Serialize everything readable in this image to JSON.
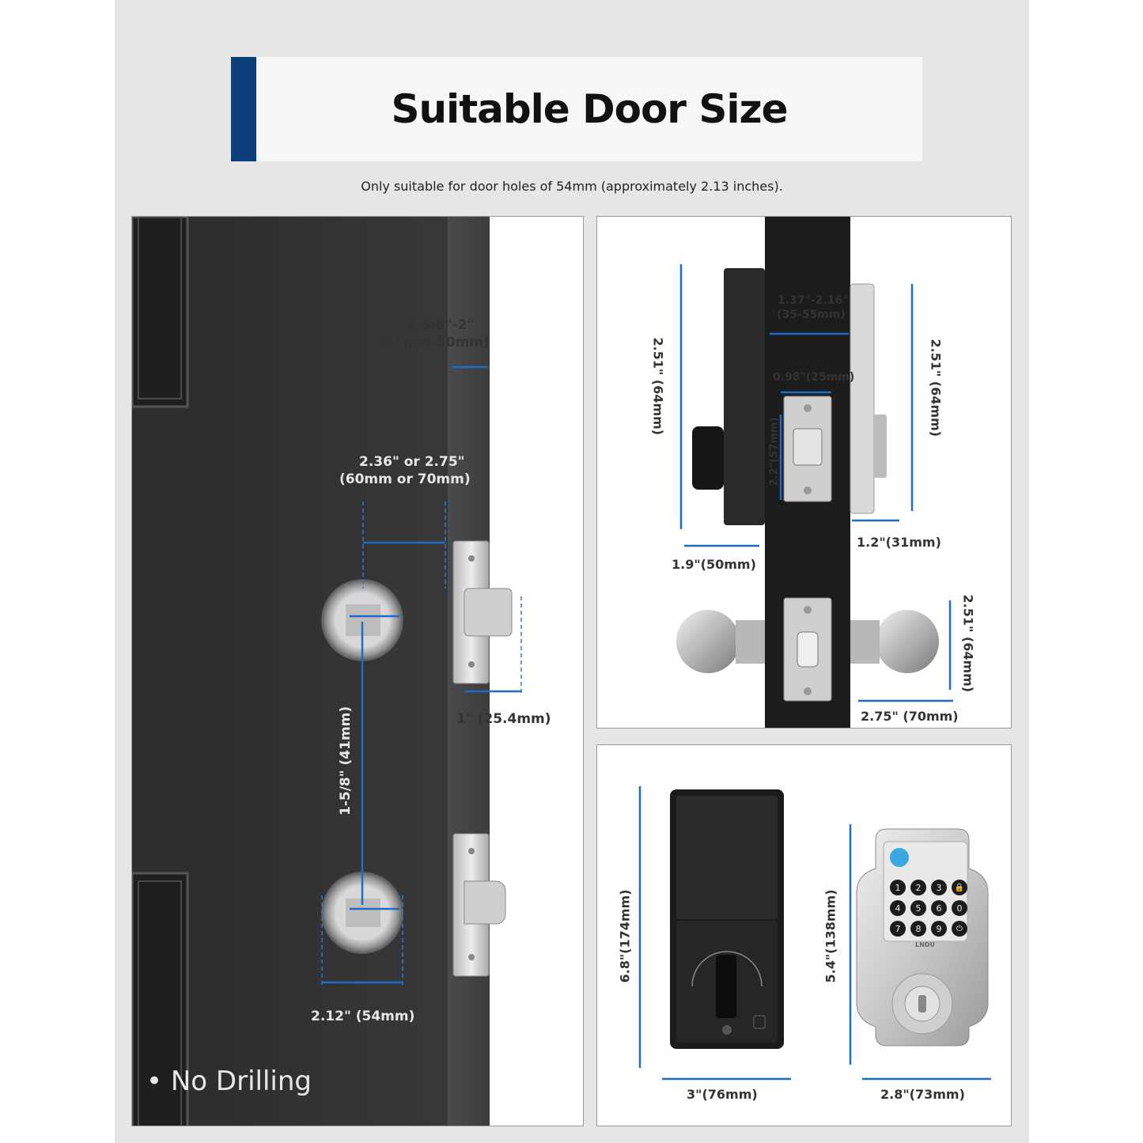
{
  "header": {
    "title": "Suitable Door Size",
    "subtitle": "Only suitable for door holes of 54mm (approximately 2.13 inches).",
    "accent_color": "#0c3f7a"
  },
  "door_panel": {
    "backset_edge_in": "1-3/8\"-2\"",
    "backset_edge_mm": "(35mm-50mm)",
    "backset_in": "2.36\" or 2.75\"",
    "backset_mm": "(60mm or 70mm)",
    "latch_width": "1\" (25.4mm)",
    "hole_spacing": "1-5/8\" (41mm)",
    "hole_diameter": "2.12\" (54mm)",
    "note": "• No Drilling"
  },
  "side_panel": {
    "door_thickness_in": "1.37\"-2.16\"",
    "door_thickness_mm": "(35-55mm)",
    "left_height": "2.51\" (64mm)",
    "right_height": "2.51\" (64mm)",
    "faceplate_width": "0.98\"(25mm)",
    "faceplate_height": "2.2\"(57mm)",
    "inside_depth": "1.9\"(50mm)",
    "outside_depth": "1.2\"(31mm)",
    "knob_height": "2.51\" (64mm)",
    "knob_width": "2.75\" (70mm)"
  },
  "front_panel": {
    "interior_height": "6.8\"(174mm)",
    "interior_width": "3\"(76mm)",
    "exterior_height": "5.4\"(138mm)",
    "exterior_width": "2.8\"(73mm)",
    "brand": "LNDU",
    "keypad_keys": [
      "1",
      "2",
      "3",
      "🔒",
      "4",
      "5",
      "6",
      "0",
      "7",
      "8",
      "9",
      "⏻"
    ]
  }
}
